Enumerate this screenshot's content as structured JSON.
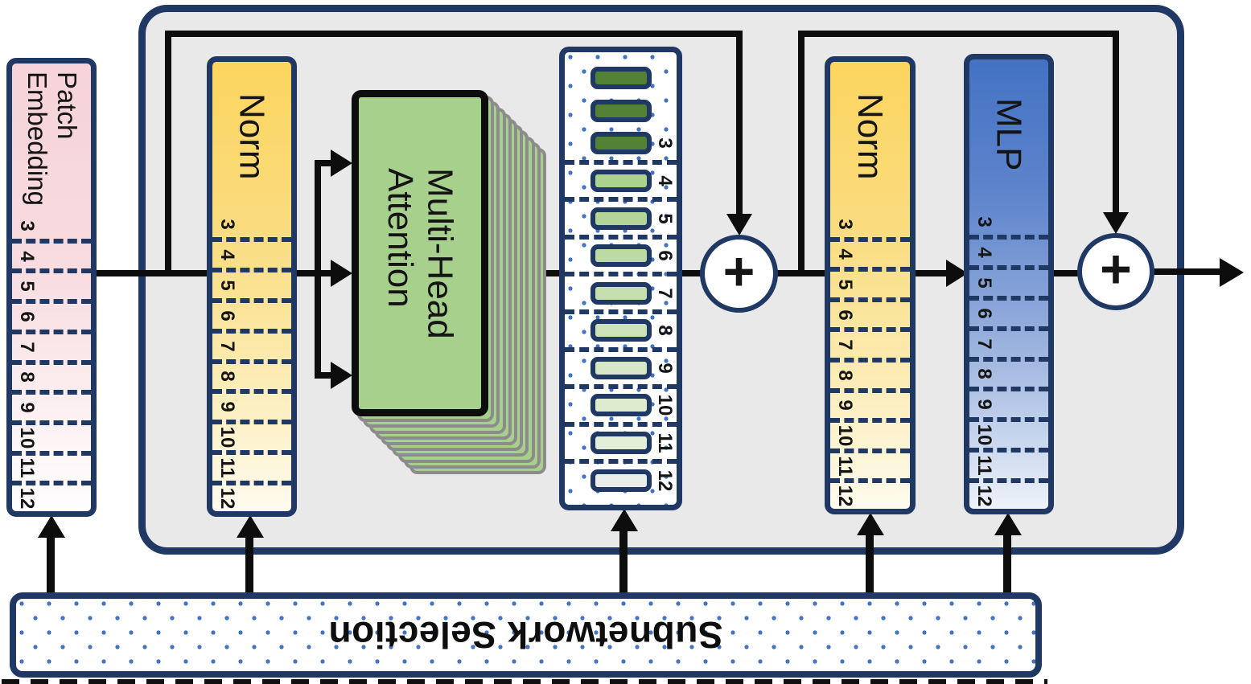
{
  "figure": {
    "patch_embedding": {
      "line1": "Patch",
      "line2": "Embedding"
    },
    "norm1": {
      "title": "Norm"
    },
    "attention": {
      "line1": "Multi-Head",
      "line2": "Attention"
    },
    "norm2": {
      "title": "Norm"
    },
    "mlp": {
      "title": "MLP"
    },
    "selection": {
      "title": "Subnetwork Selection"
    },
    "add1": "+",
    "add2": "+",
    "segment_labels": [
      "3",
      "4",
      "5",
      "6",
      "7",
      "8",
      "9",
      "10",
      "11",
      "12"
    ],
    "head_rows": [
      {
        "label": "",
        "color": "#538135"
      },
      {
        "label": "",
        "color": "#538135"
      },
      {
        "label": "3",
        "color": "#538135"
      },
      {
        "label": "4",
        "color": "#acd28f"
      },
      {
        "label": "5",
        "color": "#b3d698"
      },
      {
        "label": "6",
        "color": "#bcdaa3"
      },
      {
        "label": "7",
        "color": "#c5dfae"
      },
      {
        "label": "8",
        "color": "#cde3b9"
      },
      {
        "label": "9",
        "color": "#d6e8c5"
      },
      {
        "label": "10",
        "color": "#deecce"
      },
      {
        "label": "11",
        "color": "#e4efd8"
      },
      {
        "label": "12",
        "color": "#ebedea"
      }
    ],
    "colors": {
      "outline_navy": "#1f3864",
      "line_black": "#0d0d0d",
      "container_fill": "#e9e9e9",
      "attention_green": "#a8d08d",
      "dot_blue": "#4472c4",
      "norm_gold": "#fcd55e",
      "mlp_blue": "#4472c4",
      "patch_pink": "#f6d3d8",
      "head_dark_green": "#538135"
    }
  }
}
